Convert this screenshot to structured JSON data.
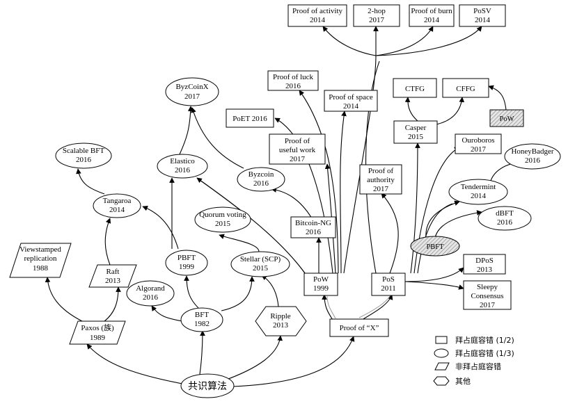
{
  "nodes": {
    "consensus": "共识算法",
    "paxos": [
      "Paxos (族)",
      "1989"
    ],
    "viewstamped": [
      "Viewstamped",
      "replication",
      "1988"
    ],
    "raft": [
      "Raft",
      "2013"
    ],
    "tangaroa": [
      "Tangaroa",
      "2014"
    ],
    "scalable_bft": [
      "Scalable BFT",
      "2016"
    ],
    "pbft_1999": [
      "PBFT",
      "1999"
    ],
    "elastico": [
      "Elastico",
      "2016"
    ],
    "byzcoinx": [
      "ByzCoinX",
      "2017"
    ],
    "byzcoin": [
      "Byzcoin",
      "2016"
    ],
    "quorum_voting": [
      "Quorum voting",
      "2015"
    ],
    "stellar": [
      "Stellar (SCP)",
      "2015"
    ],
    "algorand": [
      "Algorand",
      "2016"
    ],
    "bft": [
      "BFT",
      "1982"
    ],
    "ripple": [
      "Ripple",
      "2013"
    ],
    "pow": [
      "PoW",
      "1999"
    ],
    "pos": [
      "PoS",
      "2011"
    ],
    "proof_x": "Proof of “X”",
    "bitcoin_ng": [
      "Bitcoin-NG",
      "2016"
    ],
    "poet": "PoET 2016",
    "proof_useful": [
      "Proof of",
      "useful work",
      "2017"
    ],
    "proof_luck": [
      "Proof of luck",
      "2016"
    ],
    "proof_space": [
      "Proof of space",
      "2014"
    ],
    "proof_activity": [
      "Proof of activity",
      "2014"
    ],
    "two_hop": [
      "2-hop",
      "2017"
    ],
    "proof_burn": [
      "Proof of burn",
      "2014"
    ],
    "posv": [
      "PoSV",
      "2014"
    ],
    "proof_authority": [
      "Proof of",
      "authority",
      "2017"
    ],
    "casper": [
      "Casper",
      "2015"
    ],
    "ctfg": "CTFG",
    "cffg": "CFFG",
    "pow_small": "PoW",
    "ouroboros": [
      "Ouroboros",
      "2017"
    ],
    "honeybadger": [
      "HoneyBadger",
      "2016"
    ],
    "tendermint": [
      "Tendermint",
      "2014"
    ],
    "dbft": [
      "dBFT",
      "2016"
    ],
    "pbft_small": "PBFT",
    "dpos": [
      "DPoS",
      "2013"
    ],
    "sleepy": [
      "Sleepy",
      "Consensus",
      "2017"
    ]
  },
  "legend": [
    {
      "shape": "rectangle",
      "label": "拜占庭容错 (1/2)"
    },
    {
      "shape": "ellipse",
      "label": "拜占庭容错 (1/3)"
    },
    {
      "shape": "parallelogram",
      "label": "非拜占庭容错"
    },
    {
      "shape": "hexagon",
      "label": "其他"
    }
  ]
}
